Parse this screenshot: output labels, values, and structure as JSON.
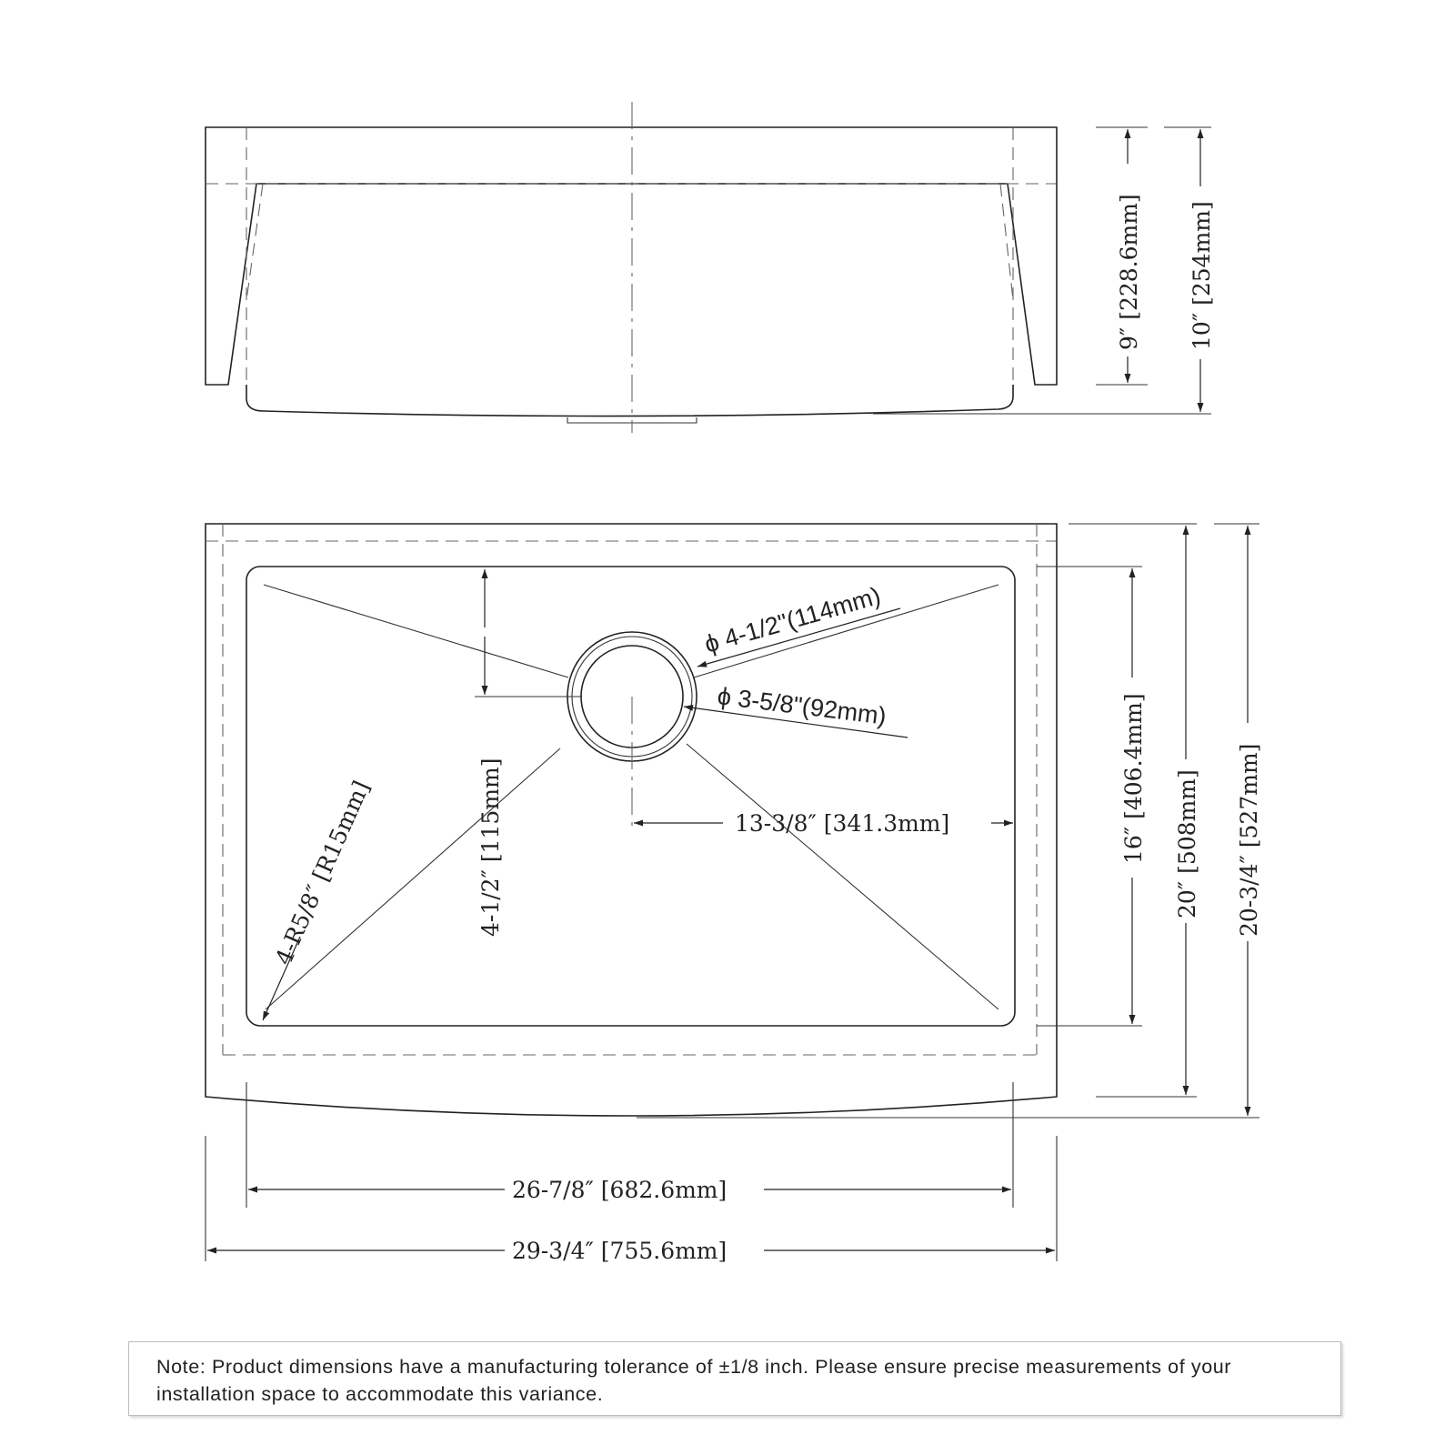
{
  "front_view": {
    "height_inner": "9″ [228.6mm]",
    "height_total": "10″ [254mm]"
  },
  "top_view": {
    "drain_outer": "ϕ 4-1/2\"(114mm)",
    "drain_inner": "ϕ 3-5/8\"(92mm)",
    "drain_offset_depth": "4-1/2″ [115mm]",
    "corner_radius": "4-R5/8″ [R15mm]",
    "drain_offset_side": "13-3/8″ [341.3mm]",
    "bowl_depth": "16″ [406.4mm]",
    "depth_total": "20″ [508mm]",
    "depth_apron": "20-3/4″ [527mm]",
    "bowl_width": "26-7/8″ [682.6mm]",
    "total_width": "29-3/4″ [755.6mm]"
  },
  "note": "Note: Product dimensions have a manufacturing tolerance of ±1/8 inch. Please ensure precise measurements of your installation space to accommodate this variance."
}
